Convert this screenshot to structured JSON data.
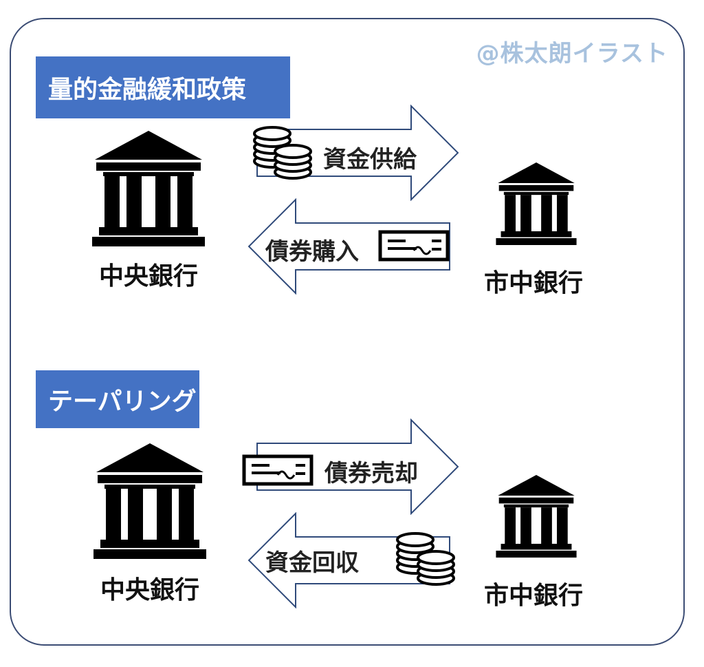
{
  "watermark": "@株太朗イラスト",
  "sections": [
    {
      "title": "量的金融緩和政策",
      "central_bank_label": "中央銀行",
      "commercial_bank_label": "市中銀行",
      "upper_arrow": {
        "label": "資金供給",
        "direction": "right",
        "icon": "coins-icon"
      },
      "lower_arrow": {
        "label": "債券購入",
        "direction": "left",
        "icon": "bond-icon"
      }
    },
    {
      "title": "テーパリング",
      "central_bank_label": "中央銀行",
      "commercial_bank_label": "市中銀行",
      "upper_arrow": {
        "label": "債券売却",
        "direction": "right",
        "icon": "bond-icon"
      },
      "lower_arrow": {
        "label": "資金回収",
        "direction": "left",
        "icon": "coins-icon"
      }
    }
  ],
  "colors": {
    "title_bg": "#4472c4",
    "frame": "#3b4c74",
    "arrow_outline": "#2f4a7a",
    "watermark": "#a8c2de"
  }
}
